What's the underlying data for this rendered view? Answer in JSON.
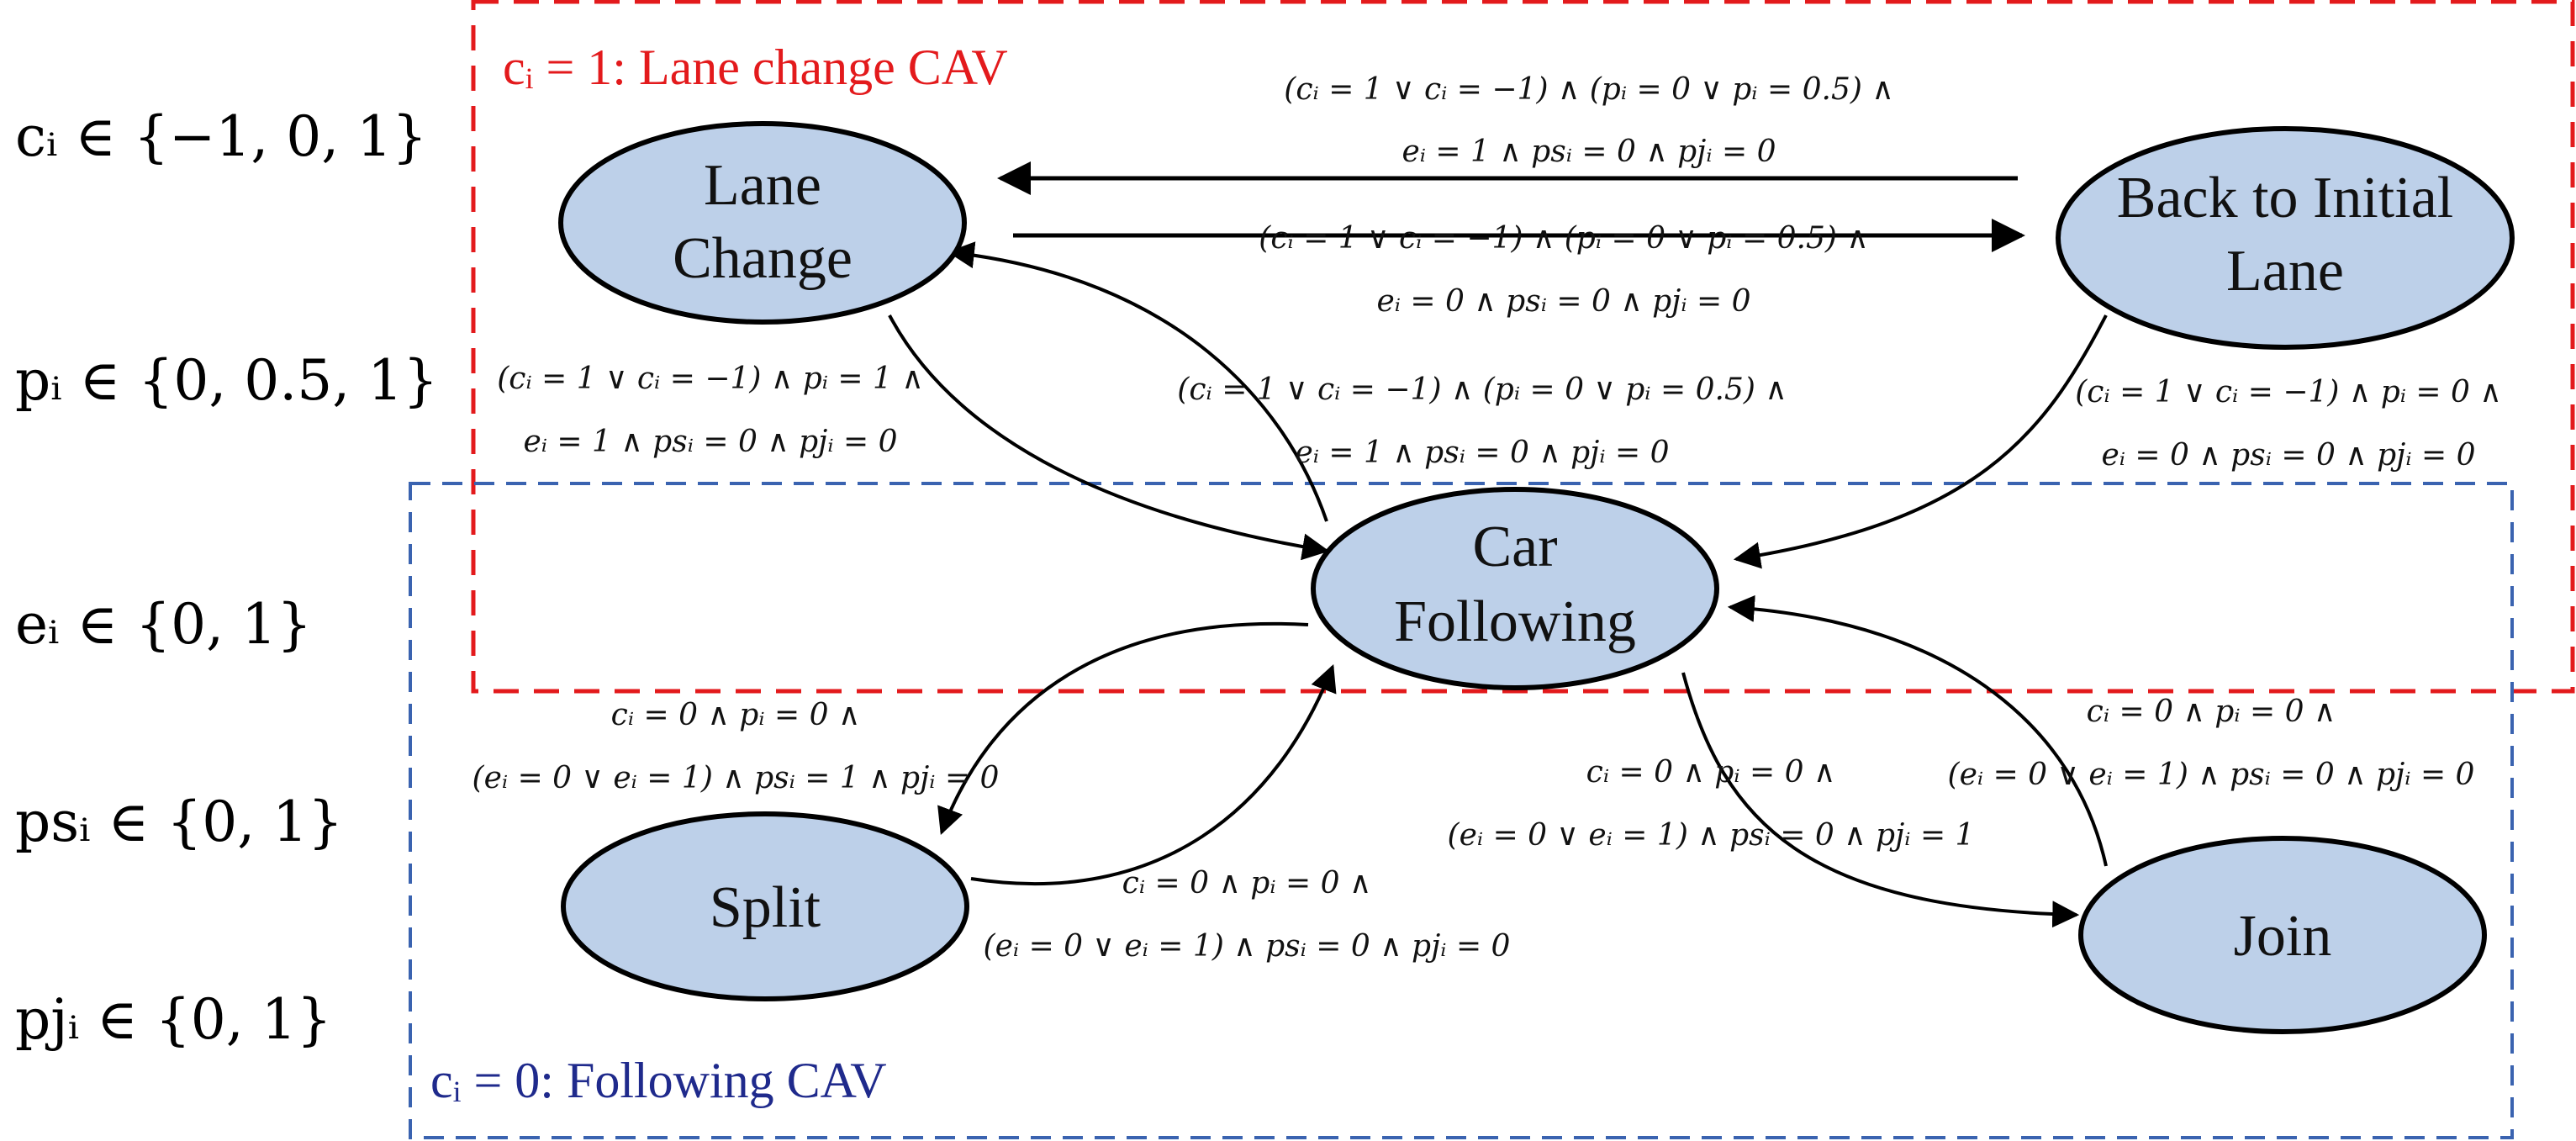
{
  "colors": {
    "node_fill": "#bdd0e9",
    "node_stroke": "#000000",
    "lane_change_region": "#e31a1c",
    "following_region": "#3a63b0",
    "following_label": "#1f2a8c",
    "lane_change_label": "#e31a1c",
    "edge": "#000000"
  },
  "variables": [
    "cᵢ ∈ {−1, 0, 1}",
    "pᵢ ∈ {0, 0.5, 1}",
    "eᵢ ∈ {0, 1}",
    "psᵢ ∈ {0, 1}",
    "pjᵢ ∈ {0, 1}"
  ],
  "regions": {
    "lane_change": "cᵢ = 1: Lane change CAV",
    "following": "cᵢ = 0: Following CAV"
  },
  "nodes": {
    "lane_change": [
      "Lane",
      "Change"
    ],
    "back_initial": [
      "Back to Initial",
      "Lane"
    ],
    "car_following": [
      "Car",
      "Following"
    ],
    "split": [
      "Split"
    ],
    "join": [
      "Join"
    ]
  },
  "conditions": {
    "back_to_lc": [
      "(cᵢ = 1 ∨ cᵢ = −1) ∧ (pᵢ = 0 ∨ pᵢ = 0.5) ∧",
      "eᵢ = 1 ∧ psᵢ = 0 ∧ pjᵢ = 0"
    ],
    "lc_to_back": [
      "(cᵢ = 1 ∨ cᵢ = −1) ∧ (pᵢ = 0 ∨ pᵢ = 0.5) ∧",
      "eᵢ = 0 ∧ psᵢ = 0 ∧ pjᵢ = 0"
    ],
    "lc_to_cf": [
      "(cᵢ = 1 ∨ cᵢ = −1) ∧ pᵢ = 1 ∧",
      "eᵢ = 1 ∧ psᵢ = 0 ∧ pjᵢ = 0"
    ],
    "cf_to_lc": [
      "(cᵢ = 1 ∨ cᵢ = −1) ∧ (pᵢ = 0 ∨ pᵢ = 0.5) ∧",
      "eᵢ = 1 ∧ psᵢ = 0 ∧ pjᵢ = 0"
    ],
    "back_to_cf": [
      "(cᵢ = 1 ∨ cᵢ = −1) ∧ pᵢ = 0 ∧",
      "eᵢ = 0 ∧ psᵢ = 0 ∧ pjᵢ = 0"
    ],
    "cf_to_split": [
      "cᵢ = 0 ∧ pᵢ = 0 ∧",
      "(eᵢ = 0 ∨ eᵢ = 1) ∧ psᵢ = 1 ∧ pjᵢ = 0"
    ],
    "split_to_cf": [
      "cᵢ = 0 ∧ pᵢ = 0 ∧",
      "(eᵢ = 0 ∨ eᵢ = 1) ∧ psᵢ = 0 ∧ pjᵢ = 0"
    ],
    "cf_to_join": [
      "cᵢ = 0 ∧ pᵢ = 0 ∧",
      "(eᵢ = 0 ∨ eᵢ = 1) ∧ psᵢ = 0 ∧ pjᵢ = 1"
    ],
    "join_to_cf": [
      "cᵢ = 0 ∧ pᵢ = 0 ∧",
      "(eᵢ = 0 ∨ eᵢ = 1) ∧ psᵢ = 0 ∧ pjᵢ = 0"
    ]
  }
}
